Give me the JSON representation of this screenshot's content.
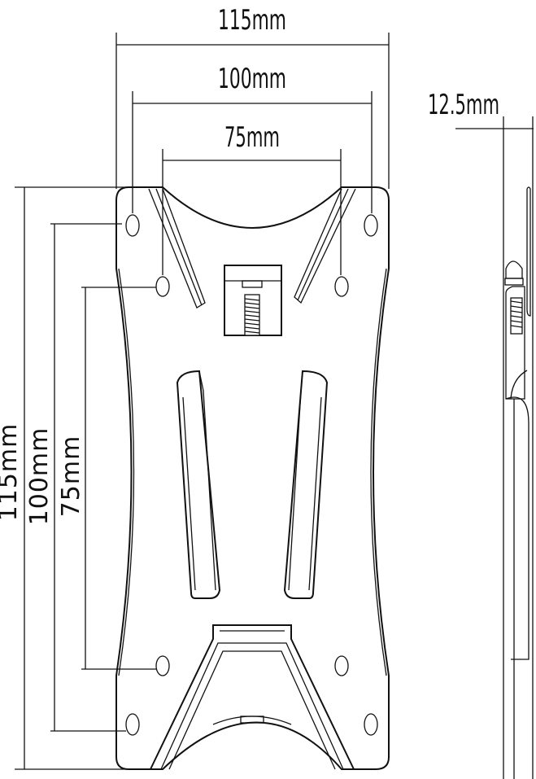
{
  "diagram": {
    "horizontal_dimensions": [
      {
        "label": "115mm"
      },
      {
        "label": "100mm"
      },
      {
        "label": "75mm"
      }
    ],
    "vertical_dimensions": [
      {
        "label": "115mm"
      },
      {
        "label": "100mm"
      },
      {
        "label": "75mm"
      }
    ],
    "side_view": {
      "depth_label": "12.5mm"
    },
    "line_color": "#111111",
    "background": "#ffffff"
  }
}
